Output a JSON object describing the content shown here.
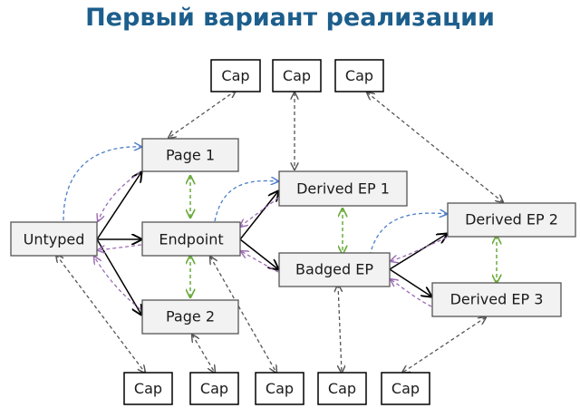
{
  "title": "Первый вариант реализации",
  "nodes": {
    "untyped": "Untyped",
    "page1": "Page 1",
    "endpoint": "Endpoint",
    "page2": "Page 2",
    "derived_ep1": "Derived EP 1",
    "badged_ep": "Badged EP",
    "derived_ep2": "Derived EP 2",
    "derived_ep3": "Derived EP 3"
  },
  "caps": {
    "top": [
      "Cap",
      "Cap",
      "Cap"
    ],
    "bottom": [
      "Cap",
      "Cap",
      "Cap",
      "Cap",
      "Cap"
    ]
  },
  "colors": {
    "title": "#1c5e8c",
    "derive_arrow": "#000000",
    "cap_link": "#555555",
    "peer_link": "#6aab3c",
    "blue_link": "#4d7fc9",
    "purple_link": "#9c6cb3"
  }
}
